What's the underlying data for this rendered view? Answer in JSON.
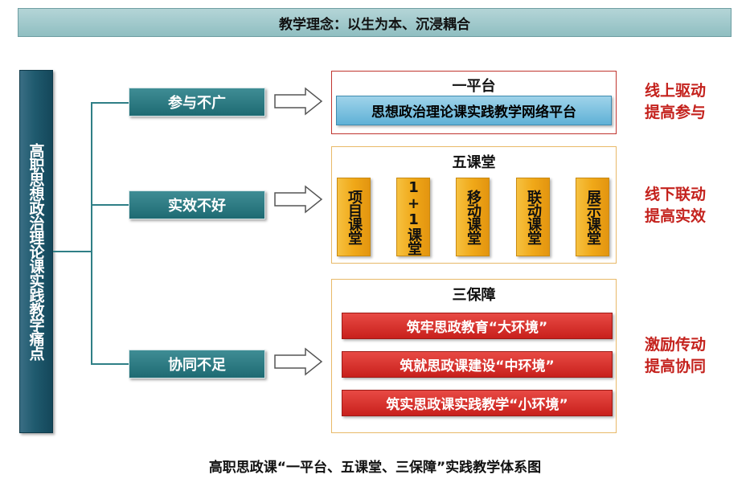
{
  "title": "教学理念：以生为本、沉浸耦合",
  "pain_point": "高职思想政治理论课实践教学痛点",
  "issues": [
    "参与不广",
    "实效不好",
    "协同不足"
  ],
  "platform": {
    "title": "一平台",
    "item": "思想政治理论课实践教学网络平台"
  },
  "classes": {
    "title": "五课堂",
    "items": [
      "项目课堂",
      "1+1课堂",
      "移动课堂",
      "联动课堂",
      "展示课堂"
    ]
  },
  "guarantee": {
    "title": "三保障",
    "items": [
      "筑牢思政教育“大环境”",
      "筑就思政课建设“中环境”",
      "筑实思政课实践教学“小环境”"
    ]
  },
  "outcomes": [
    {
      "line1": "线上驱动",
      "line2": "提高参与"
    },
    {
      "line1": "线下联动",
      "line2": "提高实效"
    },
    {
      "line1": "激励传动",
      "line2": "提高协同"
    }
  ],
  "caption": "高职思政课“一平台、五课堂、三保障”实践教学体系图",
  "colors": {
    "teal": "#1e6a72",
    "red": "#c8201c",
    "gold": "#f0a818",
    "blue": "#5fb1d6",
    "outcome_red": "#c4221d"
  }
}
